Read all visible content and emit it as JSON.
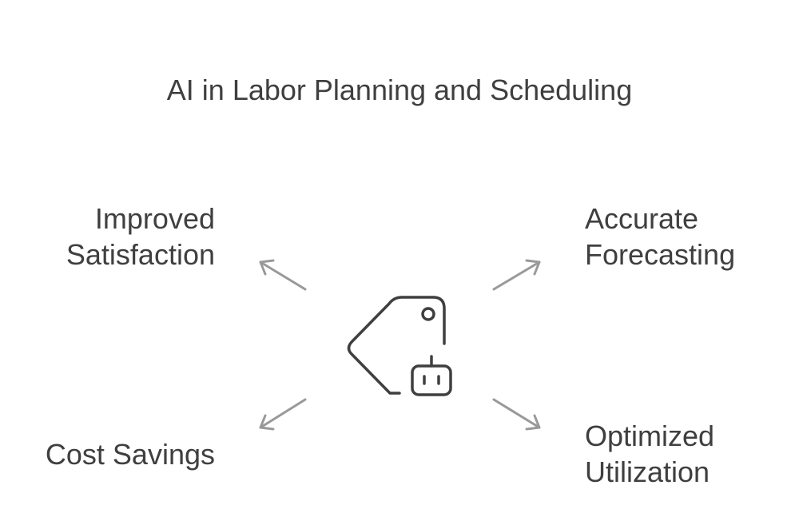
{
  "title": "AI in Labor Planning and Scheduling",
  "colors": {
    "text": "#3f3f3f",
    "arrow": "#999999",
    "icon": "#3f3f3f",
    "background": "#ffffff"
  },
  "center_icon": "price-tag-robot-icon",
  "branches": {
    "top_left": {
      "lines": [
        "Improved",
        "Satisfaction"
      ]
    },
    "top_right": {
      "lines": [
        "Accurate",
        "Forecasting"
      ]
    },
    "bottom_left": {
      "lines": [
        "Cost Savings"
      ]
    },
    "bottom_right": {
      "lines": [
        "Optimized",
        "Utilization"
      ]
    }
  }
}
